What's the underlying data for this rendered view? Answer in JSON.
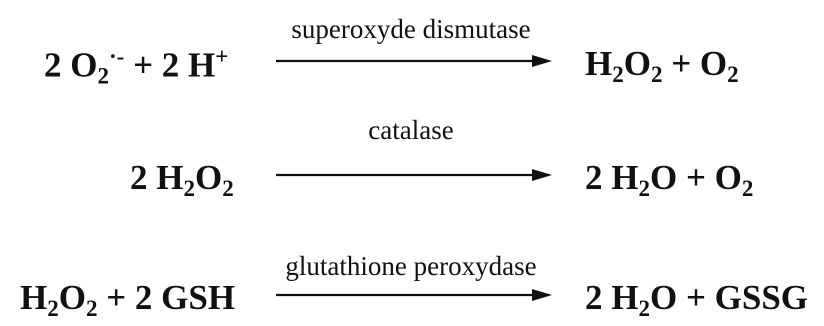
{
  "colors": {
    "background": "#ffffff",
    "ink": "#111111"
  },
  "reactions": [
    {
      "enzyme": "superoxyde dismutase",
      "reactants": [
        {
          "t": "2 O"
        },
        {
          "t": "2",
          "s": 1
        },
        {
          "t": "·-",
          "p": 1
        },
        {
          "t": " + 2 H"
        },
        {
          "t": "+",
          "p": 1
        }
      ],
      "products": [
        {
          "t": "H"
        },
        {
          "t": "2",
          "s": 1
        },
        {
          "t": "O"
        },
        {
          "t": "2",
          "s": 1
        },
        {
          "t": " + O"
        },
        {
          "t": "2",
          "s": 1
        }
      ]
    },
    {
      "enzyme": "catalase",
      "reactants": [
        {
          "t": "2 H"
        },
        {
          "t": "2",
          "s": 1
        },
        {
          "t": "O"
        },
        {
          "t": "2",
          "s": 1
        }
      ],
      "products": [
        {
          "t": "2 H"
        },
        {
          "t": "2",
          "s": 1
        },
        {
          "t": "O + O"
        },
        {
          "t": "2",
          "s": 1
        }
      ]
    },
    {
      "enzyme": "glutathione peroxydase",
      "reactants": [
        {
          "t": "H"
        },
        {
          "t": "2",
          "s": 1
        },
        {
          "t": "O"
        },
        {
          "t": "2",
          "s": 1
        },
        {
          "t": " + 2 GSH"
        }
      ],
      "products": [
        {
          "t": "2 H"
        },
        {
          "t": "2",
          "s": 1
        },
        {
          "t": "O + GSSG"
        }
      ]
    }
  ]
}
